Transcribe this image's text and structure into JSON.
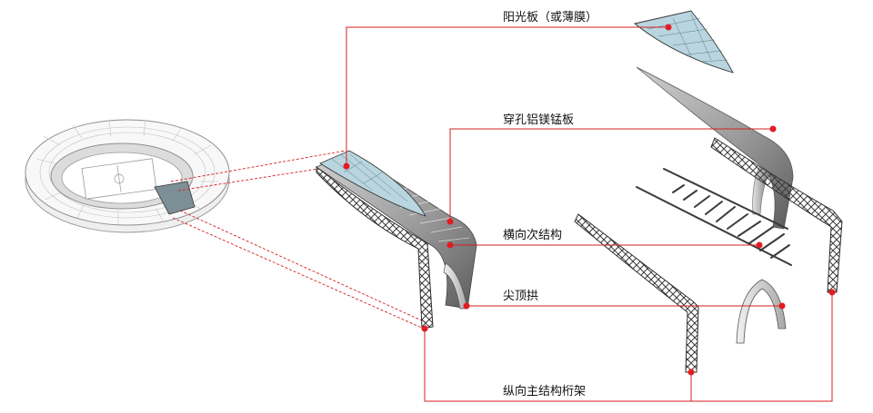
{
  "labels": {
    "sunshade": "阳光板（或薄膜）",
    "perforated_panel": "穿孔铝镁锰板",
    "secondary_structure": "横向次结构",
    "pointed_arch": "尖顶拱",
    "main_truss": "纵向主结构桁架"
  },
  "colors": {
    "leader_line": "#d42020",
    "marker": "#e31b23",
    "steel": "#3a3a3a",
    "glass": "#b9d6e0",
    "panel": "#8a8a8a"
  }
}
